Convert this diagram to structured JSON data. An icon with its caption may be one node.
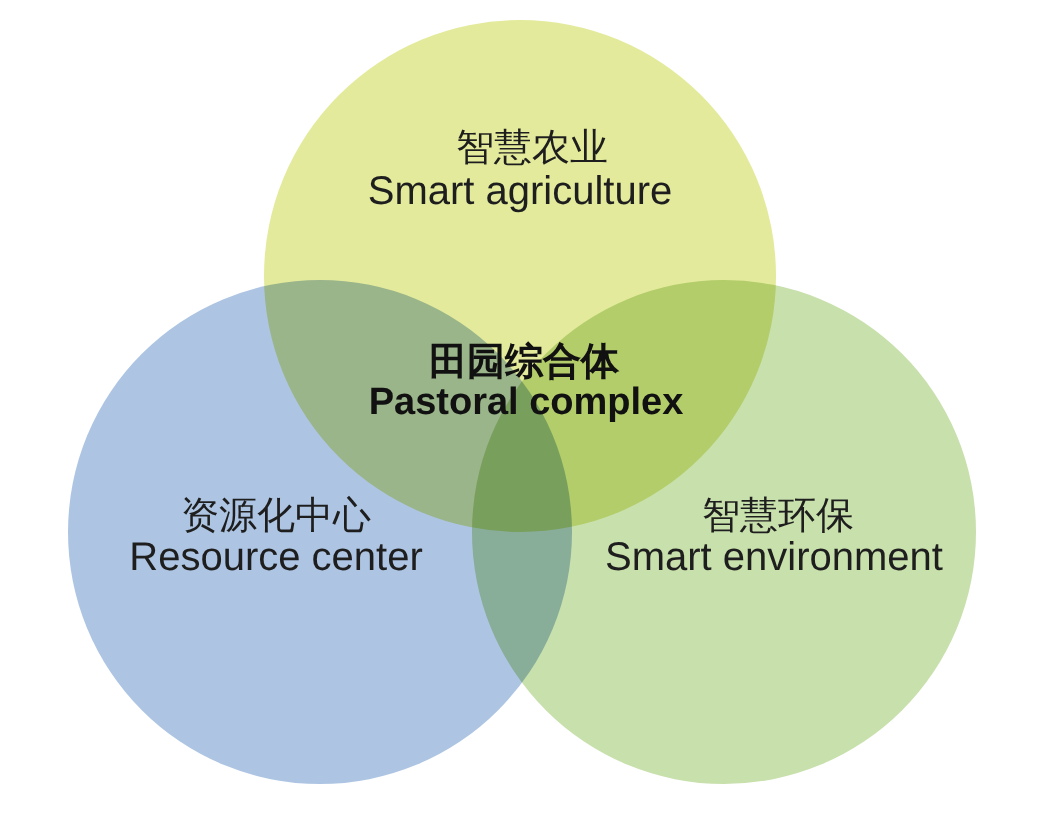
{
  "diagram": {
    "nodes": [
      {
        "text": [
          "智慧农业",
          "Smart agriculture"
        ]
      },
      {
        "text": [
          "资源化中心",
          "Resource center"
        ]
      },
      {
        "text": [
          "智慧环保",
          "Smart environment"
        ]
      }
    ],
    "labels": [
      "田园综合体",
      "Pastoral complex"
    ]
  }
}
